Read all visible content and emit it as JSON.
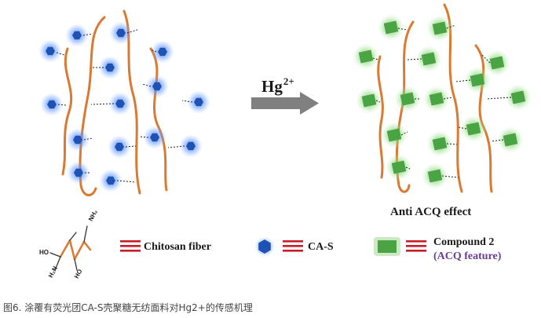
{
  "arrow": {
    "label": "Hg",
    "superscript": "2+"
  },
  "anti_acq_label": "Anti ACQ effect",
  "legend": {
    "chitosan": "Chitosan fiber",
    "cas": "CA-S",
    "compound": "Compound 2",
    "acq_feature": "(ACQ feature)",
    "molecule": {
      "ho_top": "HO",
      "nh2_top": "NH₂",
      "h2n_bottom": "H₂N",
      "ho_bottom": "HO"
    }
  },
  "caption": "图6. 涂覆有荧光团CA-S壳聚糖无纺面料对Hg2+的传感机理",
  "colors": {
    "fiber": "#d97a33",
    "cas_core": "#1f52b5",
    "cas_glow": "#3d7fff",
    "compound_core": "#4aa444",
    "compound_glow": "#7fd36d",
    "arrow": "#808080",
    "equals": "#c81e2a",
    "acq_text": "#6a3d9a"
  }
}
